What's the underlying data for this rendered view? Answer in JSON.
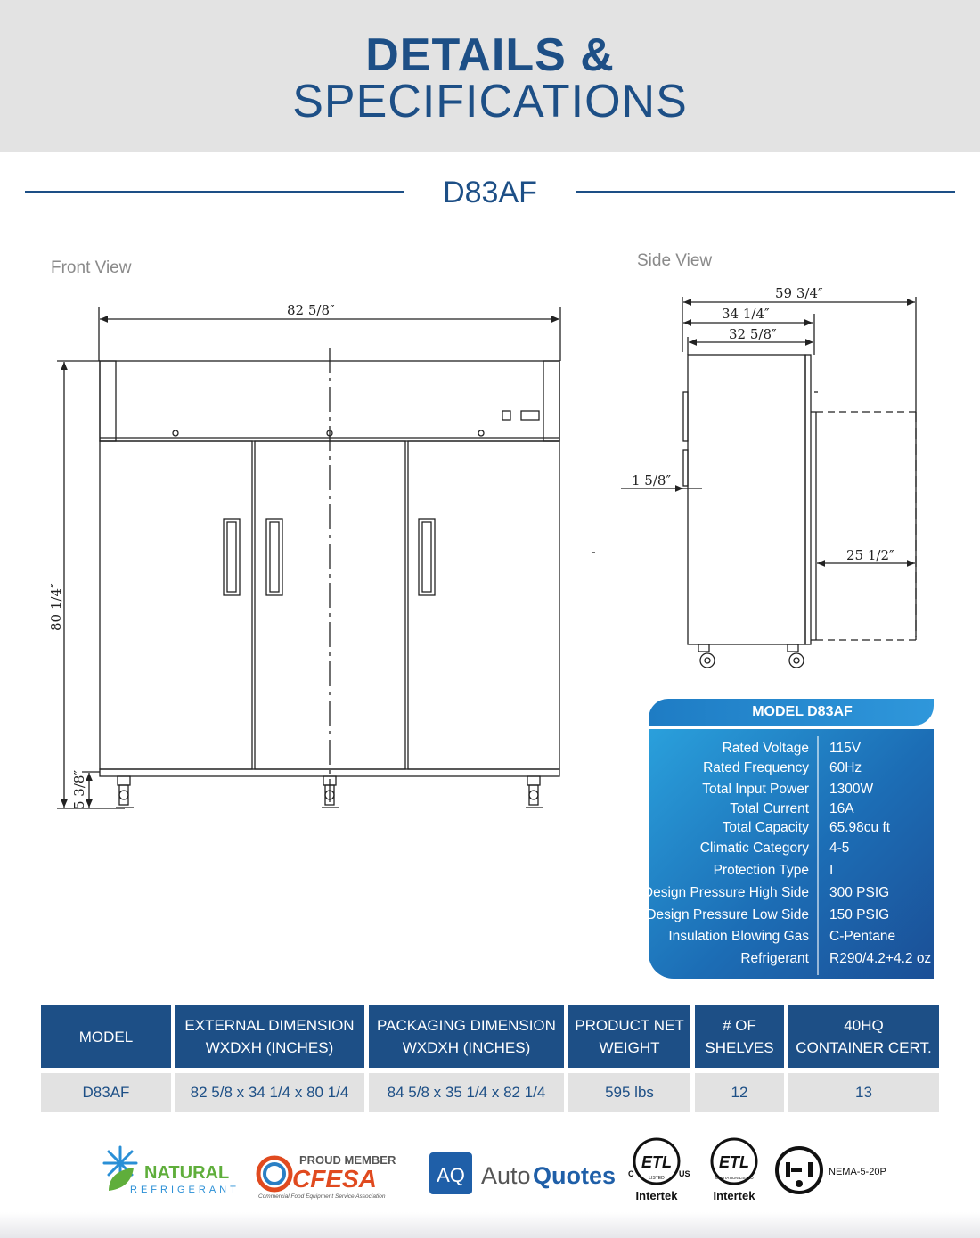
{
  "header": {
    "title_line1": "DETAILS &",
    "title_line2": "SPECIFICATIONS"
  },
  "model_heading": "D83AF",
  "views": {
    "front_label": "Front View",
    "side_label": "Side View"
  },
  "front_dimensions": {
    "width": "82  5/8″",
    "height": "80  1/4″",
    "caster": "5  3/8″"
  },
  "side_dimensions": {
    "overall_depth": "59  3/4″",
    "cabinet_depth": "34  1/4″",
    "body_depth": "32  5/8″",
    "handle": "1  5/8″",
    "door_swing": "25  1/2″"
  },
  "spec_panel": {
    "title": "MODEL D83AF",
    "rows": [
      {
        "label": "Rated  Voltage",
        "value": "115V"
      },
      {
        "label": "Rated  Frequency",
        "value": "60Hz"
      },
      {
        "label": "Total Input Power",
        "value": "1300W"
      },
      {
        "label": "Total Current",
        "value": "16A"
      },
      {
        "label": "Total Capacity",
        "value": "65.98cu ft"
      },
      {
        "label": "Climatic Category",
        "value": "4-5"
      },
      {
        "label": "Protection Type",
        "value": "I"
      },
      {
        "label": "Design Pressure High Side",
        "value": "300 PSIG"
      },
      {
        "label": "Design Pressure Low Side",
        "value": "150 PSIG"
      },
      {
        "label": "Insulation Blowing Gas",
        "value": "C-Pentane"
      },
      {
        "label": "Refrigerant",
        "value": "R290/4.2+4.2 oz"
      }
    ]
  },
  "table": {
    "headers": [
      {
        "line1": "MODEL",
        "line2": ""
      },
      {
        "line1": "EXTERNAL DIMENSION",
        "line2": "WXDXH (INCHES)"
      },
      {
        "line1": "PACKAGING DIMENSION",
        "line2": "WXDXH (INCHES)"
      },
      {
        "line1": "PRODUCT NET",
        "line2": "WEIGHT"
      },
      {
        "line1": "# OF",
        "line2": "SHELVES"
      },
      {
        "line1": "40HQ",
        "line2": "CONTAINER CERT."
      }
    ],
    "row": [
      "D83AF",
      "82 5/8 x 34 1/4 x 80 1/4",
      "84 5/8 x 35 1/4 x 82 1/4",
      "595 lbs",
      "12",
      "13"
    ]
  },
  "logos": {
    "natural_line1": "NATURAL",
    "natural_line2": "REFRIGERANT",
    "cfesa_top": "PROUD MEMBER",
    "cfesa_name": "CFESA",
    "cfesa_sub": "Commercial Food Equipment Service Association",
    "aq_badge": "AQ",
    "aq_name_a": "Auto",
    "aq_name_b": "Quotes",
    "etl_mark": "ETL",
    "etl_c": "C",
    "etl_us": "US",
    "etl_listed": "LISTED",
    "etl_sanitation": "SANITATION LISTED",
    "intertek": "Intertek",
    "nema": "NEMA-5-20P"
  },
  "colors": {
    "brand_blue": "#1d4f86",
    "header_gray": "#e3e3e3",
    "panel_blue": "#2aa0dc",
    "row_gray": "#e2e2e2"
  }
}
